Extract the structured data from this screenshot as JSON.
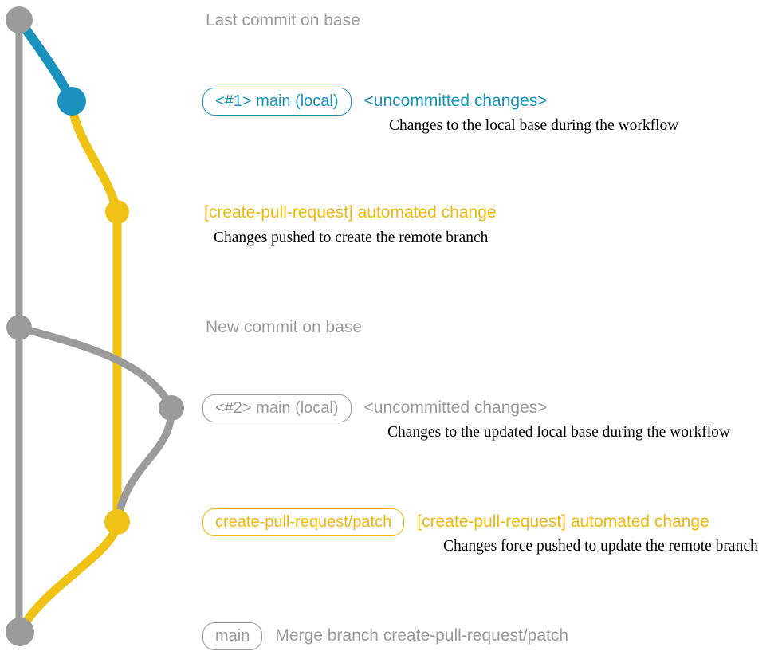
{
  "colors": {
    "gray": "#9b9b9b",
    "blue": "#1a92bd",
    "yellow_graph": "#f0c216",
    "yellow_label": "#f0b70e",
    "desc_text": "#000000",
    "background": "#ffffff"
  },
  "graph": {
    "main_line": "main branch (base) line",
    "blue_branch": "local main uncommitted changes branch",
    "yellow_branch": "create-pull-request/patch branch",
    "commit_dots": [
      "last-commit-on-base",
      "local-main-1-commit",
      "automated-change-commit-1",
      "new-commit-on-base",
      "local-main-2-commit",
      "automated-change-commit-2",
      "merge-commit"
    ]
  },
  "rows": {
    "last_commit": {
      "label": "Last commit on base"
    },
    "local1": {
      "badge": "<#1> main (local)",
      "note": "<uncommitted changes>",
      "desc": "Changes to the local base during the workflow"
    },
    "push1": {
      "label": "[create-pull-request] automated change",
      "desc": "Changes pushed to create the remote branch"
    },
    "new_commit": {
      "label": "New commit on base"
    },
    "local2": {
      "badge": "<#2> main (local)",
      "note": "<uncommitted changes>",
      "desc": "Changes to the updated local base during the workflow"
    },
    "push2": {
      "badge": "create-pull-request/patch",
      "label": "[create-pull-request] automated change",
      "desc": "Changes force pushed to update the remote branch"
    },
    "merge": {
      "badge": "main",
      "label": "Merge branch create-pull-request/patch"
    }
  }
}
